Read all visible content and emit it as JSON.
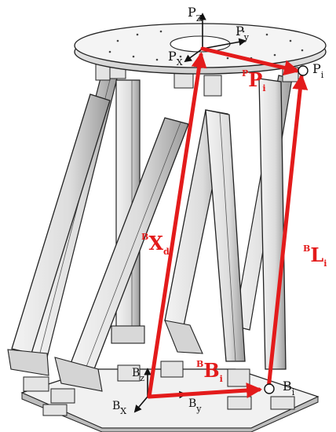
{
  "labels": {
    "pz": {
      "main": "P",
      "sub": "Z"
    },
    "py": {
      "main": "P",
      "sub": "y"
    },
    "px": {
      "main": "P",
      "sub": "X"
    },
    "pi": {
      "main": "P",
      "sub": "i"
    },
    "bz": {
      "main": "B",
      "sub": "z"
    },
    "bx": {
      "main": "B",
      "sub": "X"
    },
    "by": {
      "main": "B",
      "sub": "y"
    },
    "bi": {
      "main": "B",
      "sub": "i"
    }
  },
  "vectors": {
    "p_pi": {
      "sup": "P",
      "main": "P",
      "sub": "i"
    },
    "b_xd": {
      "sup": "B",
      "main": "X",
      "sub": "d"
    },
    "b_li": {
      "sup": "B",
      "main": "L",
      "sub": "i"
    },
    "b_bi": {
      "sup": "B",
      "main": "B",
      "sub": "i"
    }
  },
  "colors": {
    "vector": "#e31b1b",
    "frame": "#111111"
  }
}
